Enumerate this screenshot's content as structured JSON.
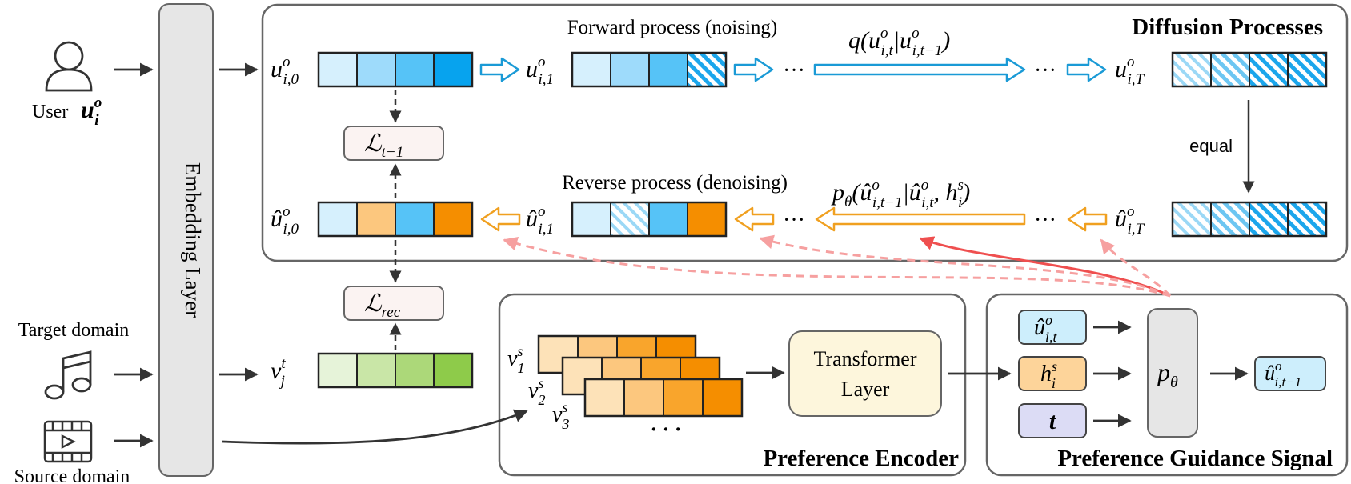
{
  "titles": {
    "diffusion": "Diffusion Processes",
    "encoder": "Preference Encoder",
    "guidance": "Preference Guidance Signal"
  },
  "labels": {
    "forward": "Forward process (noising)",
    "reverse": "Reverse process (denoising)",
    "equal": "equal",
    "embedding": "Embedding Layer",
    "transformer_line1": "Transformer",
    "transformer_line2": "Layer",
    "user": "User",
    "target": "Target domain",
    "source": "Source domain",
    "ellipsis": "···",
    "dots": "· · ·"
  },
  "math": {
    "u_i_0": "u",
    "q_formula": "q(u",
    "p_formula": "pθ(û",
    "L_t_1": "L",
    "L_rec": "L",
    "p_theta": "p",
    "t_symbol": "t"
  },
  "colors": {
    "panel_stroke": "#666666",
    "embedding_fill": "#e6e6e6",
    "blue_light": "#d6f0fd",
    "blue_mid": "#9edbfb",
    "blue_dark": "#56c3f7",
    "blue_deep": "#07a3ee",
    "orange_light": "#fde2b8",
    "orange_mid": "#fcc77e",
    "orange_dark": "#f9a52c",
    "orange_deep": "#f58e00",
    "green_1": "#e6f3d9",
    "green_2": "#c9e6a7",
    "green_3": "#acd879",
    "green_4": "#8ecb4a",
    "arrow_blue": "#1a9ad6",
    "arrow_orange": "#f0a020",
    "arrow_red": "#ef4f4f",
    "arrow_red_light": "#f6a0a0",
    "loss_fill": "#fbf3f2",
    "transformer_fill": "#fdf6dc",
    "ht_fill": "#fdd49a",
    "t_fill": "#dcdcf5",
    "uhat_fill": "#cdeefc"
  },
  "icons": {
    "user": "user-icon",
    "music": "music-note-icon",
    "video": "video-icon"
  }
}
